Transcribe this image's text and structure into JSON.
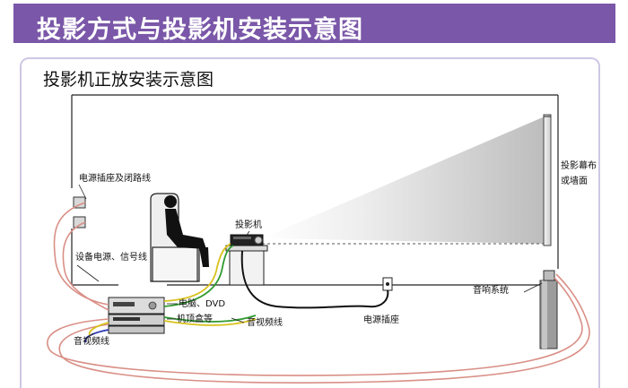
{
  "header": {
    "title": "投影方式与投影机安装示意图"
  },
  "diagram": {
    "subtitle": "投影机正放安装示意图",
    "labels": {
      "power_socket_loop": "电源插座及闭路线",
      "device_power_signal": "设备电源、信号线",
      "projector": "投影机",
      "screen_line1": "投影幕布",
      "screen_line2": "或墙面",
      "computer_dvd": "电脑、DVD",
      "settop_box": "机顶盒等",
      "av_cable_mid": "音视频线",
      "av_cable_left": "音视频线",
      "power_outlet": "电源插座",
      "audio_system": "音响系统"
    }
  },
  "colors": {
    "banner": "#7a57a8",
    "frame": "#cfc7e4",
    "red_cable": "#d98f86",
    "green_cable": "#2f9a2f",
    "yellow_cable": "#d8c21c",
    "blue_cable": "#2e39b3"
  }
}
